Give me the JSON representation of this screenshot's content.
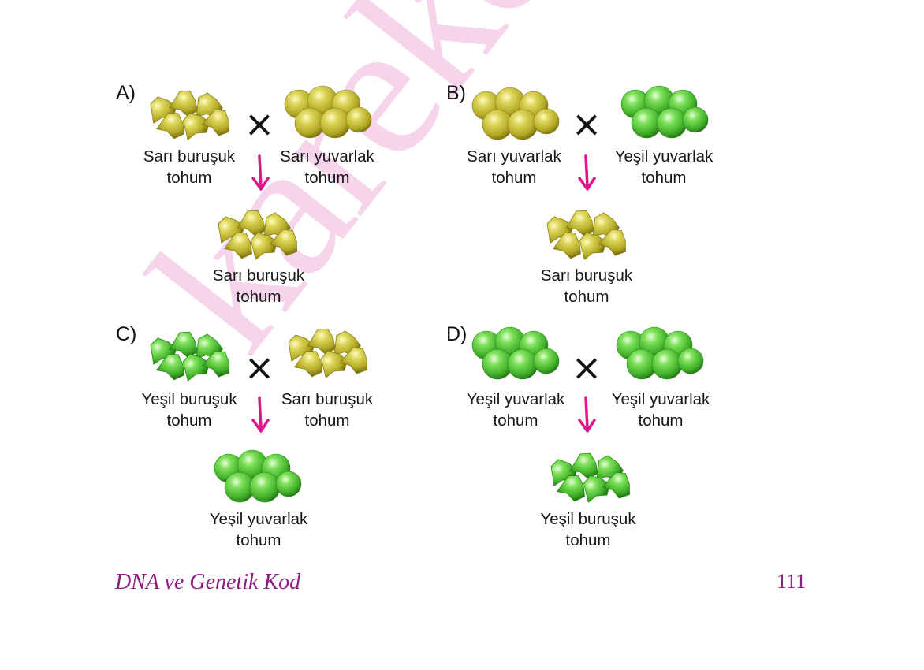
{
  "watermark": "karekök",
  "cross_symbol": "×",
  "colors": {
    "yellow_seed": "#c9c23a",
    "green_seed": "#5cc93c",
    "arrow": "#e0148c",
    "footer": "#8e1c83",
    "watermark": "#ec9ad2"
  },
  "panels": [
    {
      "letter": "A)",
      "parent1": {
        "line1": "Sarı buruşuk",
        "line2": "tohum",
        "color": "yellow",
        "shape": "wrinkled"
      },
      "parent2": {
        "line1": "Sarı yuvarlak",
        "line2": "tohum",
        "color": "yellow",
        "shape": "round"
      },
      "offspring": {
        "line1": "Sarı buruşuk",
        "line2": "tohum",
        "color": "yellow",
        "shape": "wrinkled"
      }
    },
    {
      "letter": "B)",
      "parent1": {
        "line1": "Sarı yuvarlak",
        "line2": "tohum",
        "color": "yellow",
        "shape": "round"
      },
      "parent2": {
        "line1": "Yeşil yuvarlak",
        "line2": "tohum",
        "color": "green",
        "shape": "round"
      },
      "offspring": {
        "line1": "Sarı buruşuk",
        "line2": "tohum",
        "color": "yellow",
        "shape": "wrinkled"
      }
    },
    {
      "letter": "C)",
      "parent1": {
        "line1": "Yeşil buruşuk",
        "line2": "tohum",
        "color": "green",
        "shape": "wrinkled"
      },
      "parent2": {
        "line1": "Sarı buruşuk",
        "line2": "tohum",
        "color": "yellow",
        "shape": "wrinkled"
      },
      "offspring": {
        "line1": "Yeşil yuvarlak",
        "line2": "tohum",
        "color": "green",
        "shape": "round"
      }
    },
    {
      "letter": "D)",
      "parent1": {
        "line1": "Yeşil yuvarlak",
        "line2": "tohum",
        "color": "green",
        "shape": "round"
      },
      "parent2": {
        "line1": "Yeşil yuvarlak",
        "line2": "tohum",
        "color": "green",
        "shape": "round"
      },
      "offspring": {
        "line1": "Yeşil buruşuk",
        "line2": "tohum",
        "color": "green",
        "shape": "wrinkled"
      }
    }
  ],
  "footer": {
    "title": "DNA ve Genetik Kod",
    "page_number": "111"
  }
}
